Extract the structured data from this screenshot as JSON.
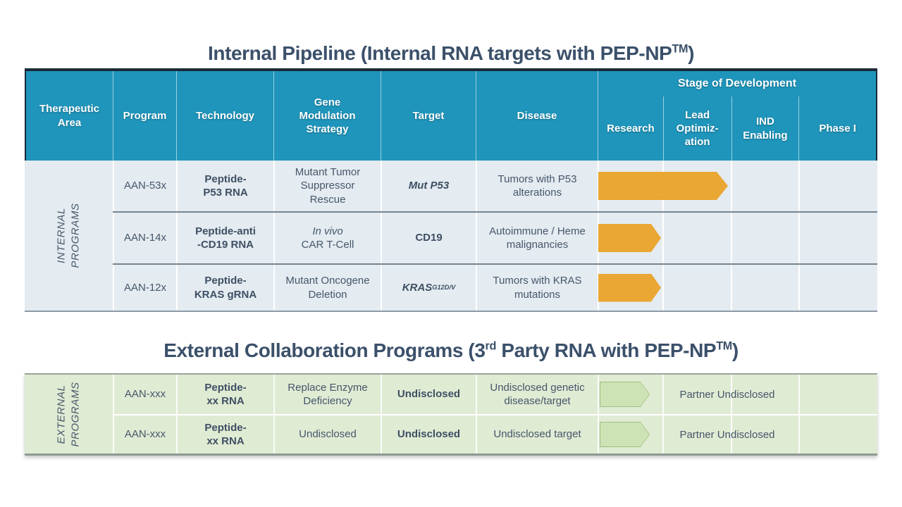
{
  "slide": {
    "internal_title": {
      "prefix": "Internal Pipeline (Internal RNA targets with PEP-NP",
      "sup": "TM",
      "suffix": ")"
    },
    "external_title": {
      "prefix": "External Collaboration Programs (3",
      "sup_rd": "rd",
      "mid": " Party RNA with PEP-NP",
      "sup_tm": "TM",
      "suffix": ")"
    }
  },
  "table": {
    "headers": {
      "therapeutic_area": "Therapeutic\nArea",
      "program": "Program",
      "technology": "Technology",
      "gene_modulation_strategy": "Gene\nModulation\nStrategy",
      "target": "Target",
      "disease": "Disease",
      "stage_of_development": "Stage of Development",
      "stages": [
        "Research",
        "Lead\nOptimiz-\nation",
        "IND\nEnabling",
        "Phase I"
      ]
    }
  },
  "internal": {
    "group_label": "INTERNAL\nPROGRAMS",
    "rows": [
      {
        "program": "AAN-53x",
        "technology": "Peptide-\nP53 RNA",
        "strategy_italic": "",
        "strategy": "Mutant Tumor\nSuppressor\nRescue",
        "target": "Mut P53",
        "target_sup": "",
        "disease": "Tumors with P53\nalterations",
        "stage_reached": "Lead Optimization"
      },
      {
        "program": "AAN-14x",
        "technology": "Peptide-anti\n-CD19 RNA",
        "strategy_italic": "In vivo",
        "strategy": "CAR T-Cell",
        "target": "CD19",
        "target_sup": "",
        "disease": "Autoimmune / Heme\nmalignancies",
        "stage_reached": "Research"
      },
      {
        "program": "AAN-12x",
        "technology": "Peptide-\nKRAS gRNA",
        "strategy_italic": "",
        "strategy": "Mutant Oncogene\nDeletion",
        "target": "KRAS",
        "target_sup": "G12D/V",
        "disease": "Tumors with KRAS\nmutations",
        "stage_reached": "Research"
      }
    ]
  },
  "external": {
    "group_label": "EXTERNAL\nPROGRAMS",
    "rows": [
      {
        "program": "AAN-xxx",
        "technology": "Peptide-\nxx RNA",
        "strategy": "Replace Enzyme\nDeficiency",
        "target": "Undisclosed",
        "disease": "Undisclosed genetic\ndisease/target",
        "partner": "Partner Undisclosed",
        "stage_reached": "Research"
      },
      {
        "program": "AAN-xxx",
        "technology": "Peptide-\nxx RNA",
        "strategy": "Undisclosed",
        "target": "Undisclosed",
        "disease": "Undisclosed target",
        "partner": "Partner Undisclosed",
        "stage_reached": "Research"
      }
    ]
  },
  "colors": {
    "header_teal": "#1F95BB",
    "dark_border_navy": "#1B2A38",
    "title_navy": "#3B506A",
    "internal_row_bg": "#E4EBF1",
    "external_row_bg": "#E0EBD4",
    "arrow_orange": "#EAA733",
    "arrow_green": "#CDE3B5",
    "body_text": "#46566A"
  }
}
